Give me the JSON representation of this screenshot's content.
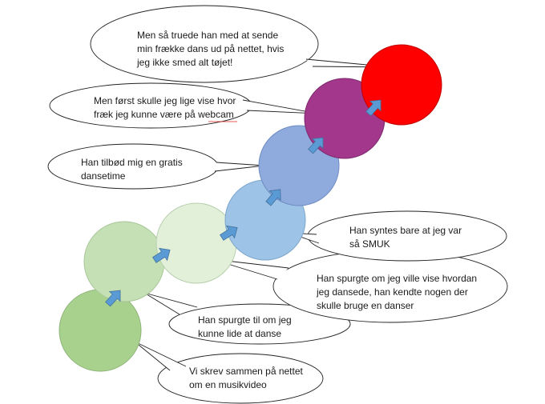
{
  "steps": [
    {
      "id": "s1",
      "color": "#a9d18e",
      "stroke": "#8fb57a",
      "text": [
        "Vi skrev sammen på nettet",
        "om en musikvideo"
      ]
    },
    {
      "id": "s2",
      "color": "#c5e0b4",
      "stroke": "#a9c79a",
      "text": [
        "Han spurgte til om jeg",
        "kunne lide at danse"
      ]
    },
    {
      "id": "s3",
      "color": "#e2f0d9",
      "stroke": "#b7cfae",
      "text": [
        "Han spurgte om jeg ville vise hvordan",
        "jeg dansede, han kendte nogen der",
        "skulle bruge en danser"
      ]
    },
    {
      "id": "s4",
      "color": "#9dc3e6",
      "stroke": "#7ea6cc",
      "text": [
        "Han syntes bare at jeg var",
        "så SMUK"
      ]
    },
    {
      "id": "s5",
      "color": "#8faadc",
      "stroke": "#6f8cc3",
      "text": [
        "Han tilbød mig en gratis",
        "dansetime"
      ]
    },
    {
      "id": "s6",
      "color": "#a2378c",
      "stroke": "#7f2a6e",
      "text": [
        "Men først skulle jeg lige vise hvor",
        "fræk jeg kunne være på webcam"
      ]
    },
    {
      "id": "s7",
      "color": "#ff0000",
      "stroke": "#c00000",
      "text": [
        "Men så truede han med at sende",
        "min frække dans ud på nettet, hvis",
        "jeg ikke smed alt tøjet!"
      ]
    }
  ],
  "arrow_color": "#5b9bd5"
}
